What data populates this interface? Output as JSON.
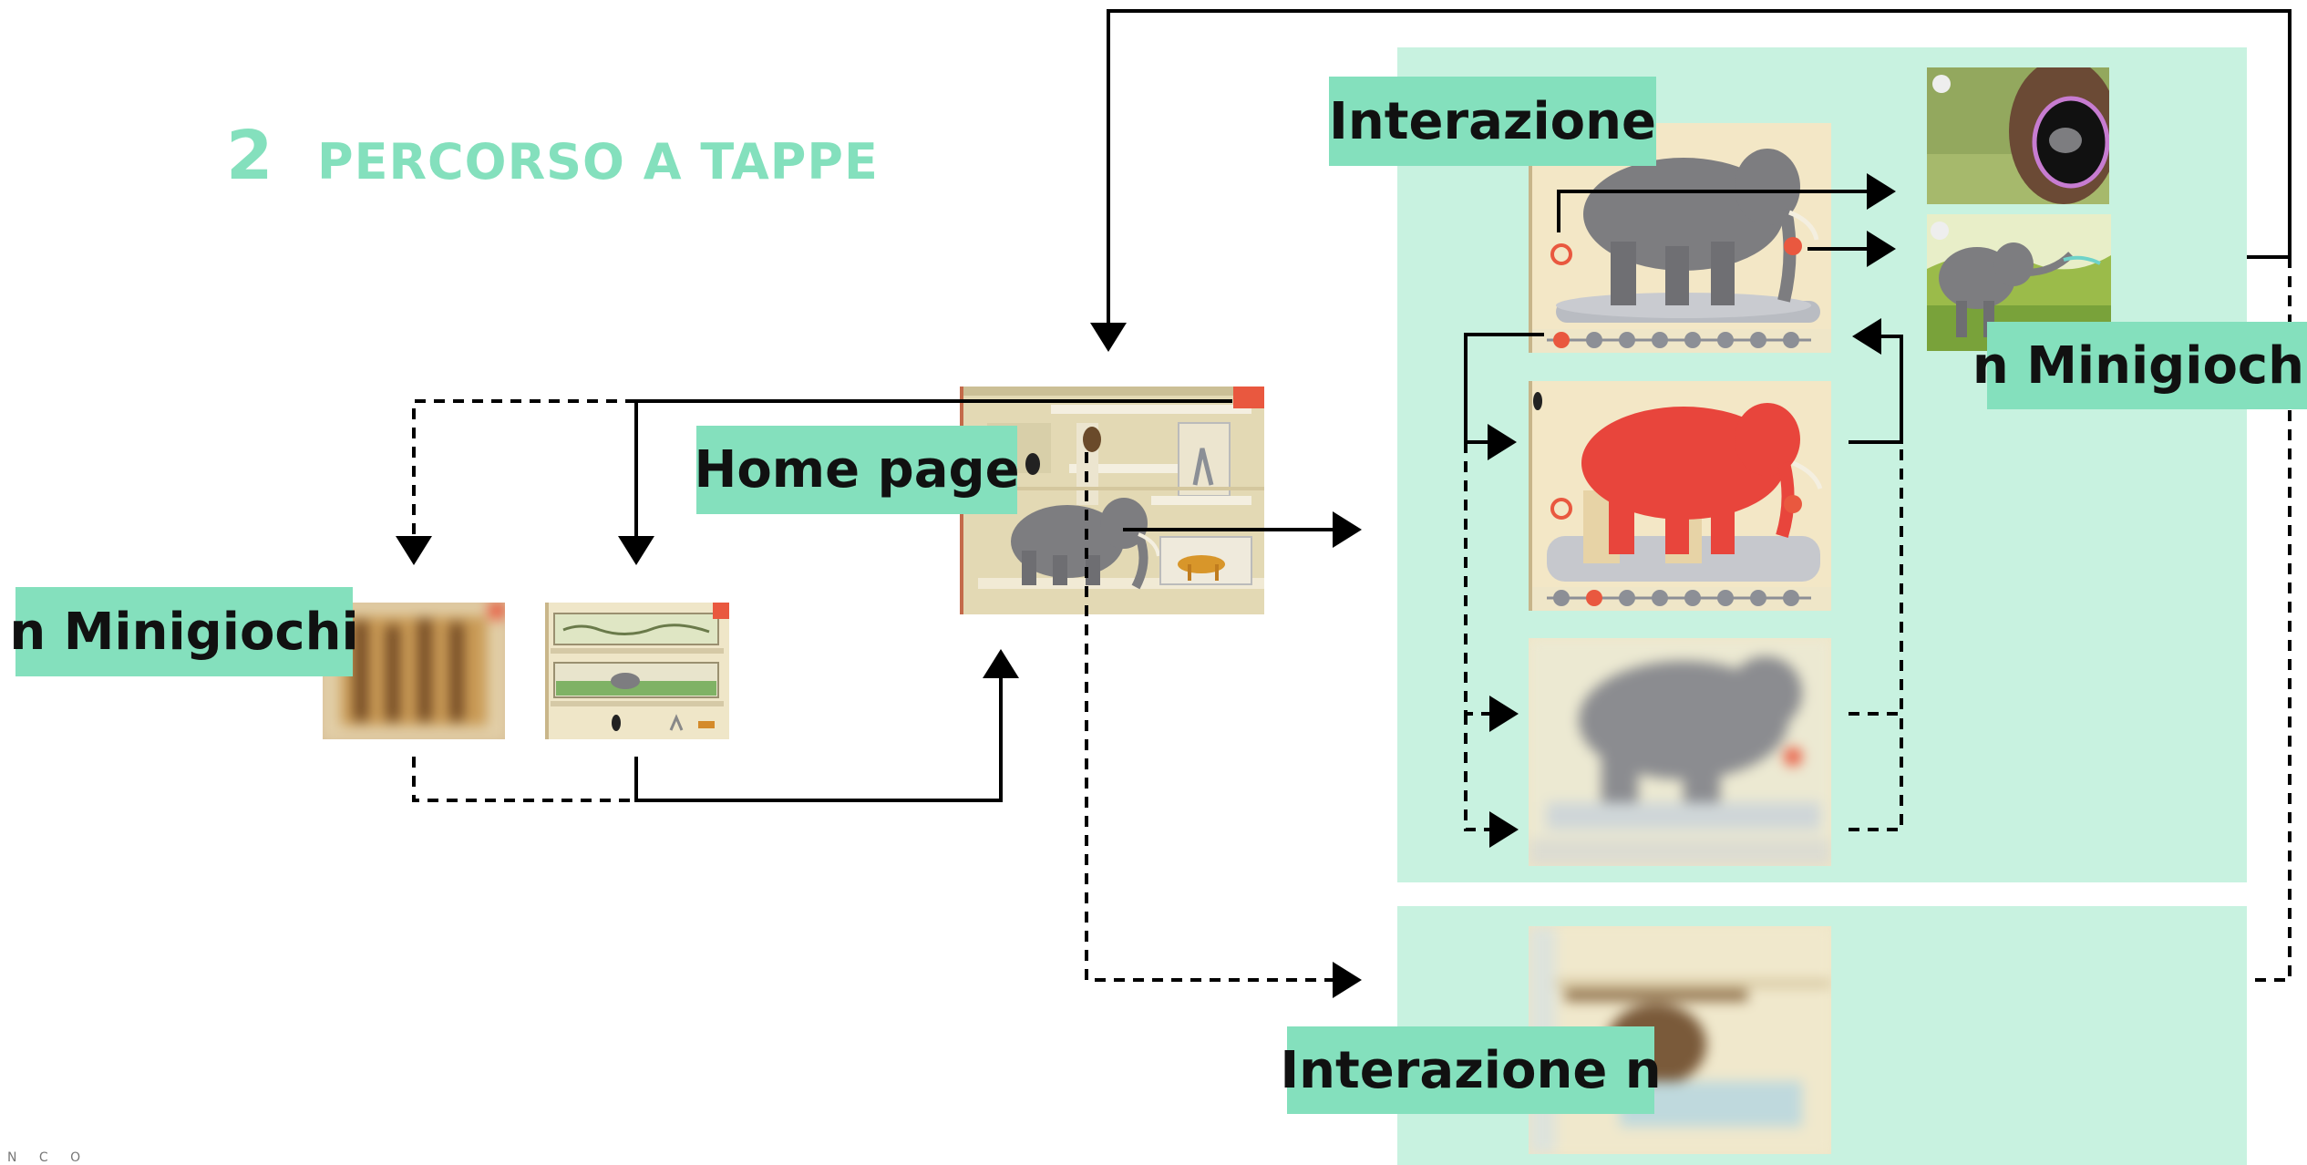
{
  "title": {
    "number": "2",
    "text": "PERCORSO A TAPPE"
  },
  "labels": {
    "interazione": "Interazione",
    "interazione_n": "Interazione n",
    "home_page": "Home page",
    "minigiochi_left": "n Minigiochi",
    "minigiochi_right": "n Minigiochi"
  },
  "footer": "N C O",
  "colors": {
    "accent": "#84e0bd",
    "panel": "#c8f2e0",
    "screen_bg": "#efe6c8",
    "elephant_gray": "#7d7d80",
    "elephant_red": "#e8453c",
    "icon_red": "#e9583f"
  }
}
